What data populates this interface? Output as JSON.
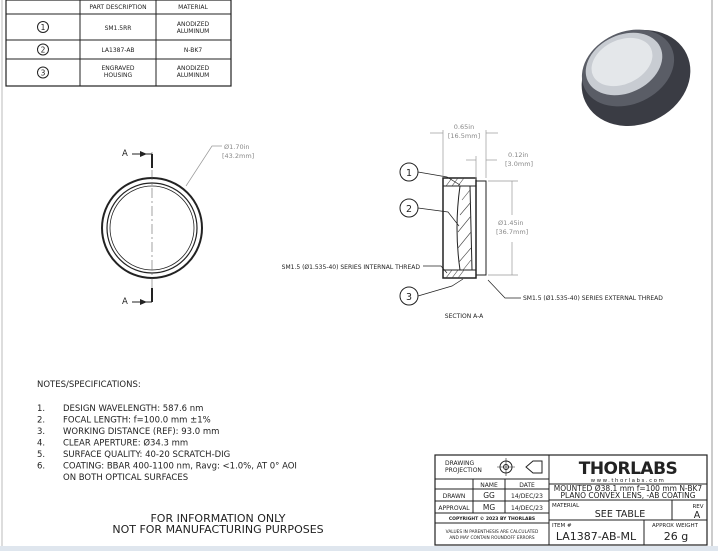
{
  "parts_table": {
    "headers": [
      "",
      "PART DESCRIPTION",
      "MATERIAL"
    ],
    "rows": [
      {
        "item": "1",
        "description": [
          "SM1.5RR"
        ],
        "material": [
          "ANODIZED",
          "ALUMINUM"
        ]
      },
      {
        "item": "2",
        "description": [
          "LA1387-AB"
        ],
        "material": [
          "N-BK7"
        ]
      },
      {
        "item": "3",
        "description": [
          "ENGRAVED",
          "HOUSING"
        ],
        "material": [
          "ANODIZED",
          "ALUMINUM"
        ]
      }
    ]
  },
  "front_view": {
    "section_label": "A",
    "dia_in": "Ø1.70in",
    "dia_mm": "[43.2mm]"
  },
  "section_view": {
    "title": "SECTION A-A",
    "len_in": "0.65in",
    "len_mm": "[16.5mm]",
    "step_in": "0.12in",
    "step_mm": "[3.0mm]",
    "dia_in": "Ø1.45in",
    "dia_mm": "[36.7mm]",
    "internal_thread": "SM1.5 (Ø1.535-40) SERIES INTERNAL THREAD",
    "external_thread": "SM1.5 (Ø1.535-40) SERIES EXTERNAL THREAD",
    "balloons": [
      "1",
      "2",
      "3"
    ]
  },
  "notes": {
    "title": "NOTES/SPECIFICATIONS:",
    "items": [
      {
        "n": "1.",
        "text": "DESIGN WAVELENGTH: 587.6 nm"
      },
      {
        "n": "2.",
        "text": "FOCAL LENGTH: f=100.0 mm ±1%"
      },
      {
        "n": "3.",
        "text": "WORKING DISTANCE (REF): 93.0 mm"
      },
      {
        "n": "4.",
        "text": "CLEAR APERTURE: Ø34.3 mm"
      },
      {
        "n": "5.",
        "text": "SURFACE QUALITY: 40-20 SCRATCH-DIG"
      },
      {
        "n": "6.",
        "text": "COATING: BBAR 400-1100 nm, Ravg: <1.0%, AT 0° AOI"
      },
      {
        "n": "",
        "text": "ON BOTH OPTICAL SURFACES"
      }
    ]
  },
  "disclaimer": [
    "FOR INFORMATION ONLY",
    "NOT FOR MANUFACTURING PURPOSES"
  ],
  "title_block": {
    "projection": [
      "DRAWING",
      "PROJECTION"
    ],
    "name_h": "NAME",
    "date_h": "DATE",
    "drawn": {
      "label": "DRAWN",
      "name": "GG",
      "date": "14/DEC/23"
    },
    "approval": {
      "label": "APPROVAL",
      "name": "MG",
      "date": "14/DEC/23"
    },
    "copyright": "COPYRIGHT © 2023 BY THORLABS",
    "values_note": [
      "VALUES IN PARENTHESIS ARE CALCULATED",
      "AND MAY CONTAIN ROUNDOFF ERRORS"
    ],
    "logo": "THORLABS",
    "website": "www.thorlabs.com",
    "description": [
      "MOUNTED Ø38.1 mm f=100 mm N-BK7",
      "PLANO CONVEX LENS, -AB COATING"
    ],
    "material_label": "MATERIAL",
    "material": "SEE TABLE",
    "rev_label": "REV",
    "rev": "A",
    "item_label": "ITEM #",
    "item": "LA1387-AB-ML",
    "weight_label": "APPROX WEIGHT",
    "weight": "26 g"
  }
}
